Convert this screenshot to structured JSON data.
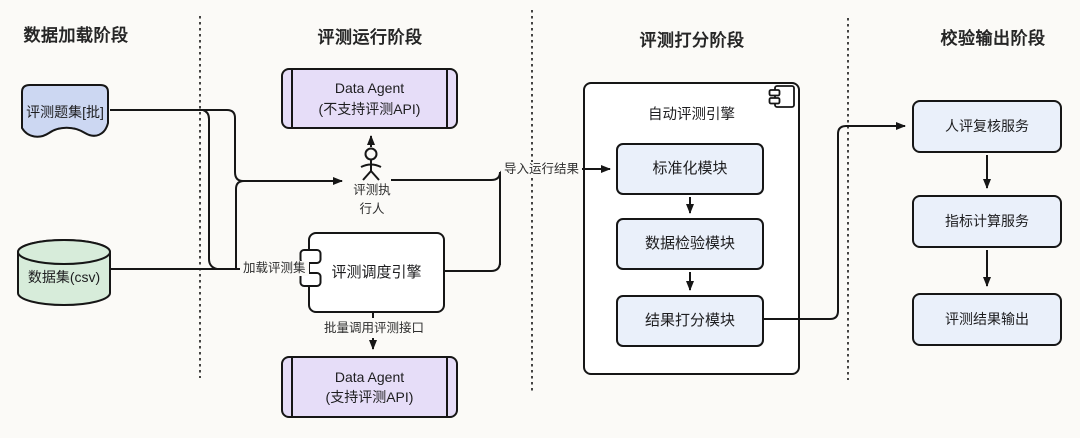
{
  "stages": [
    {
      "label": "数据加载阶段"
    },
    {
      "label": "评测运行阶段"
    },
    {
      "label": "评测打分阶段"
    },
    {
      "label": "校验输出阶段"
    }
  ],
  "nodes": {
    "question_set": {
      "label": "评测题集[批]"
    },
    "dataset": {
      "label": "数据集(csv)"
    },
    "agent_no_api": {
      "line1": "Data Agent",
      "line2": "(不支持评测API)"
    },
    "executor": {
      "line1": "评测执",
      "line2": "行人"
    },
    "scheduler": {
      "label": "评测调度引擎"
    },
    "agent_api": {
      "line1": "Data Agent",
      "line2": "(支持评测API)"
    },
    "auto_engine": {
      "label": "自动评测引擎"
    },
    "normalize": {
      "label": "标准化模块"
    },
    "validate": {
      "label": "数据检验模块"
    },
    "score": {
      "label": "结果打分模块"
    },
    "human_review": {
      "label": "人评复核服务"
    },
    "metric_calc": {
      "label": "指标计算服务"
    },
    "result_output": {
      "label": "评测结果输出"
    }
  },
  "edge_labels": {
    "load_eval_set": "加载评测集",
    "import_results": "导入运行结果",
    "batch_call": "批量调用评测接口"
  },
  "colors": {
    "background": "#fbfaf7",
    "stroke": "#161616",
    "question_set_fill": "#ccd7f2",
    "dataset_fill": "#d7ecda",
    "agent_fill": "#e6ddf8",
    "module_fill": "#eaf0fa",
    "container_fill": "#ffffff"
  }
}
